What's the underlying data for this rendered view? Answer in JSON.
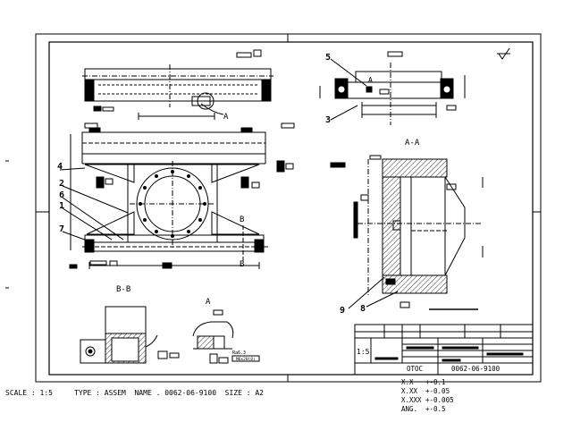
{
  "views": {
    "section_aa": "A-A",
    "section_bb": "B-B",
    "detail_a": "A",
    "cut_b_upper": "B",
    "cut_b_lower": "B",
    "arrow_a_top": "A",
    "arrow_a_side": "A",
    "small_label_1": "Ra6.3",
    "small_label_2": "M6x20(8)"
  },
  "balloons": [
    {
      "id": "b1",
      "text": "1"
    },
    {
      "id": "b2",
      "text": "2"
    },
    {
      "id": "b3",
      "text": "3"
    },
    {
      "id": "b4",
      "text": "4"
    },
    {
      "id": "b5",
      "text": "5"
    },
    {
      "id": "b6",
      "text": "6"
    },
    {
      "id": "b7",
      "text": "7"
    },
    {
      "id": "b8",
      "text": "8"
    },
    {
      "id": "b9",
      "text": "9"
    }
  ],
  "title_block": {
    "scale": "1:5",
    "code": "OTOC",
    "drawing_no": "0062-06-9100"
  },
  "tolerances": [
    {
      "key": "X.X",
      "value": "+-0.1"
    },
    {
      "key": "X.XX",
      "value": "+-0.05"
    },
    {
      "key": "X.XXX",
      "value": "+-0.005"
    },
    {
      "key": "ANG.",
      "value": "+-0.5"
    }
  ],
  "footer": {
    "text": "SCALE : 1:5     TYPE : ASSEM  NAME . 0062-06-9100  SIZE : A2"
  }
}
